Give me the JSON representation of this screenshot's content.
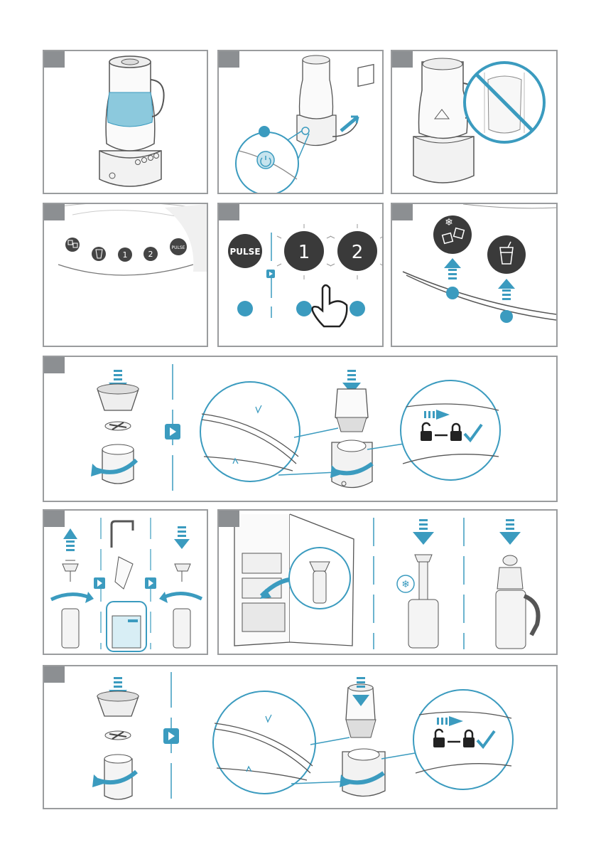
{
  "colors": {
    "accent": "#3b9bbf",
    "accent_light": "#8cc9dd",
    "frame": "#9a9c9e",
    "tab": "#8c8f92",
    "dark_button": "#3a3a3a",
    "line": "#555555"
  },
  "controls": {
    "pulse_label": "PULSE",
    "speed1_label": "1",
    "speed2_label": "2"
  },
  "icons": {
    "ice": "ice-crush-icon",
    "smoothie": "smoothie-cup-icon",
    "power": "power-icon",
    "lock": "lock-icon",
    "unlock": "unlock-icon",
    "check": "check-icon",
    "snowflake": "snowflake-icon",
    "hand": "pointing-hand-icon",
    "arrow": "arrow-icon",
    "next": "next-step-icon"
  }
}
